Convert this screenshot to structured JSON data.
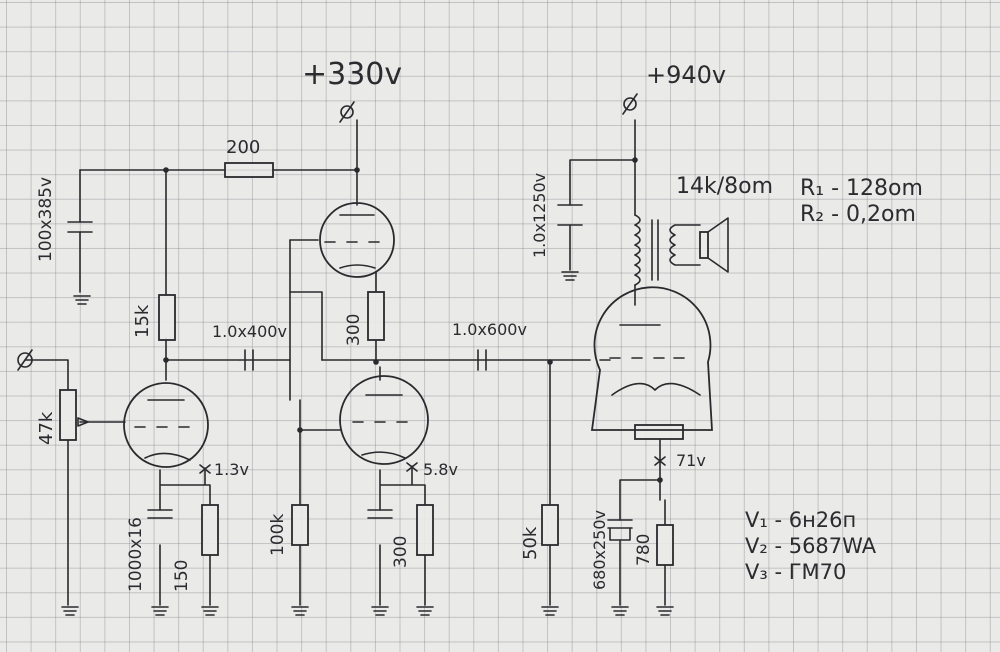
{
  "supply": {
    "b_plus_1": "+330v",
    "b_plus_2": "+940v"
  },
  "components": {
    "r_dropper": "200",
    "c_filter_1": "100x385v",
    "r_plate_v1": "15k",
    "c_coupling_1": "1.0x400v",
    "r_bias_v2": "300",
    "c_coupling_2": "1.0x600v",
    "c_filter_2": "1.0x1250v",
    "transformer": "14k/8om",
    "volume_pot": "47k",
    "c_cathode_v1": "1000x16",
    "r_cathode_v1": "150",
    "v1_cathode_voltage": "1.3v",
    "r_grid_v2": "100k",
    "r_cathode_v2": "300",
    "v2_cathode_voltage": "5.8v",
    "r_grid_v3": "50k",
    "c_cathode_v3": "680x250v",
    "r_cathode_v3": "780",
    "v3_cathode_voltage": "71v"
  },
  "notes": {
    "r1": "R₁ - 128om",
    "r2": "R₂ - 0,2om",
    "tube_v1": "V₁ - 6н26п",
    "tube_v2": "V₂ - 5687WA",
    "tube_v3": "V₃ - ГМ70"
  }
}
